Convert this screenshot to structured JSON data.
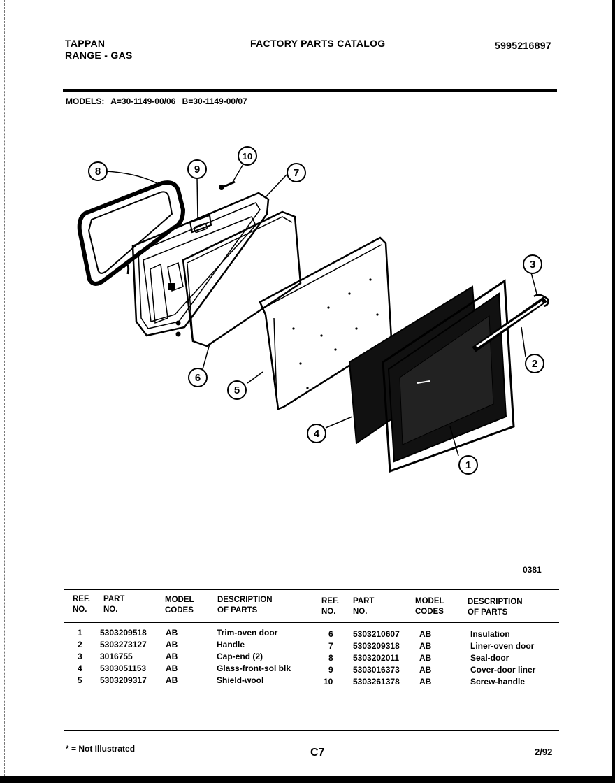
{
  "header": {
    "brand": "TAPPAN",
    "product": "RANGE - GAS",
    "catalog_title": "FACTORY PARTS CATALOG",
    "catalog_number": "5995216897"
  },
  "models": {
    "label": "MODELS:",
    "model_a": "A=30-1149-00/06",
    "model_b": "B=30-1149-00/07"
  },
  "diagram": {
    "code": "0381",
    "callouts": [
      "1",
      "2",
      "3",
      "4",
      "5",
      "6",
      "7",
      "8",
      "9",
      "10"
    ]
  },
  "table": {
    "headers": {
      "ref_1": "REF.",
      "ref_2": "NO.",
      "part_1": "PART",
      "part_2": "NO.",
      "model_1": "MODEL",
      "model_2": "CODES",
      "desc_1": "DESCRIPTION",
      "desc_2": "OF PARTS"
    },
    "left_rows": [
      {
        "ref": "1",
        "part": "5303209518",
        "codes": "AB",
        "desc": "Trim-oven door"
      },
      {
        "ref": "2",
        "part": "5303273127",
        "codes": "AB",
        "desc": "Handle"
      },
      {
        "ref": "3",
        "part": "3016755",
        "codes": "AB",
        "desc": "Cap-end (2)"
      },
      {
        "ref": "4",
        "part": "5303051153",
        "codes": "AB",
        "desc": "Glass-front-sol blk"
      },
      {
        "ref": "5",
        "part": "5303209317",
        "codes": "AB",
        "desc": "Shield-wool"
      }
    ],
    "right_rows": [
      {
        "ref": "6",
        "part": "5303210607",
        "codes": "AB",
        "desc": "Insulation"
      },
      {
        "ref": "7",
        "part": "5303209318",
        "codes": "AB",
        "desc": "Liner-oven door"
      },
      {
        "ref": "8",
        "part": "5303202011",
        "codes": "AB",
        "desc": "Seal-door"
      },
      {
        "ref": "9",
        "part": "5303016373",
        "codes": "AB",
        "desc": "Cover-door liner"
      },
      {
        "ref": "10",
        "part": "5303261378",
        "codes": "AB",
        "desc": "Screw-handle"
      }
    ]
  },
  "footer": {
    "note": "* = Not Illustrated",
    "page_code": "C7",
    "date": "2/92"
  }
}
